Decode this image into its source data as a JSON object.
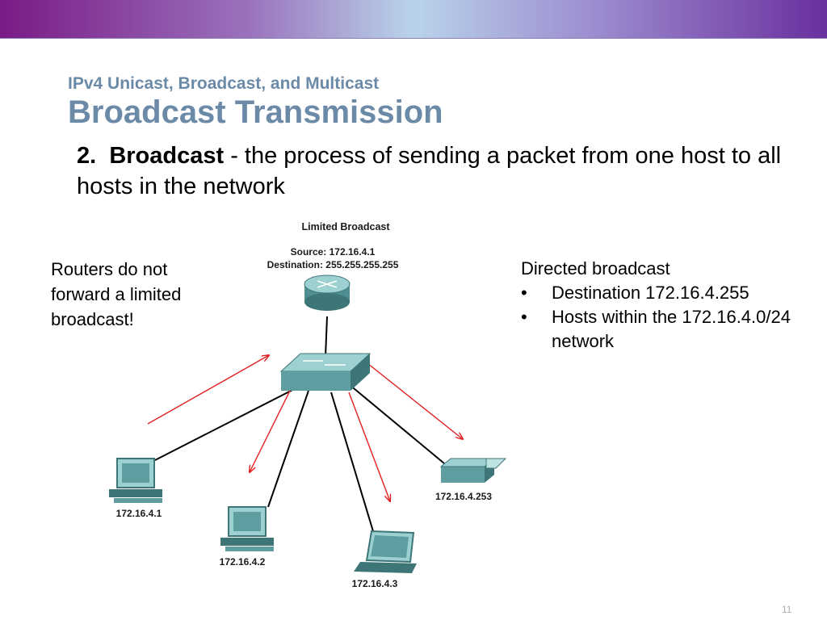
{
  "slide": {
    "subtitle": "IPv4 Unicast, Broadcast, and Multicast",
    "title": "Broadcast Transmission",
    "definition": {
      "number": "2.",
      "term": "Broadcast",
      "text": " - the process of sending a packet from one host to all hosts in the network"
    },
    "left_note": "Routers do not forward a limited broadcast!",
    "right_note": {
      "heading": "Directed broadcast",
      "bullet_char": "•",
      "bullets": [
        "Destination 172.16.4.255",
        "Hosts within the 172.16.4.0/24 network"
      ]
    },
    "page_number": "11"
  },
  "diagram": {
    "header": "Limited Broadcast",
    "source": "Source: 172.16.4.1",
    "destination": "Destination: 255.255.255.255",
    "hosts": [
      "172.16.4.1",
      "172.16.4.2",
      "172.16.4.3",
      "172.16.4.253"
    ],
    "colors": {
      "device": "#5f9ea0",
      "device_dark": "#3e7577",
      "link": "#000000",
      "arrow": "#e02020",
      "top_band_left": "#7a1a86",
      "top_band_center": "#b9d3ea",
      "top_band_right": "#6a2f9e",
      "title": "#6b8aa8"
    }
  }
}
